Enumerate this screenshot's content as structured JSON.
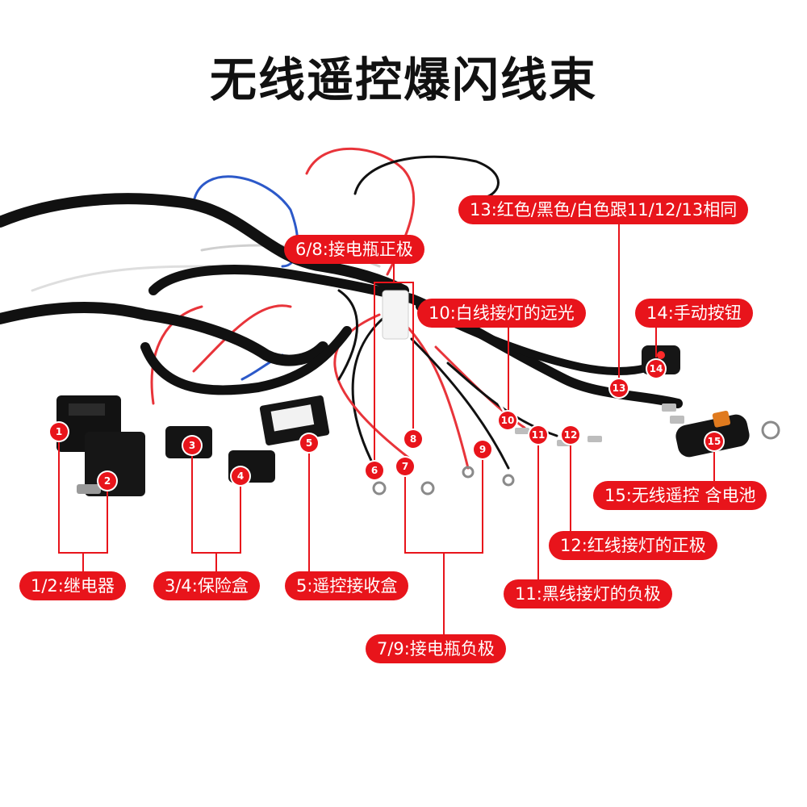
{
  "title": "无线遥控爆闪线束",
  "colors": {
    "accent": "#e8141b",
    "cable": "#111111",
    "callout_line": "#e8141b"
  },
  "labels": {
    "l13": "13:红色/黑色/白色跟11/12/13相同",
    "l68": "6/8:接电瓶正极",
    "l10": "10:白线接灯的远光",
    "l14": "14:手动按钮",
    "l15": "15:无线遥控 含电池",
    "l12": "12:红线接灯的正极",
    "l11": "11:黑线接灯的负极",
    "l12r": "1/2:继电器",
    "l34": "3/4:保险盒",
    "l5": "5:遥控接收盒",
    "l79": "7/9:接电瓶负极"
  },
  "badges": [
    "1",
    "2",
    "3",
    "4",
    "5",
    "6",
    "7",
    "8",
    "9",
    "10",
    "11",
    "12",
    "13",
    "14",
    "15"
  ]
}
